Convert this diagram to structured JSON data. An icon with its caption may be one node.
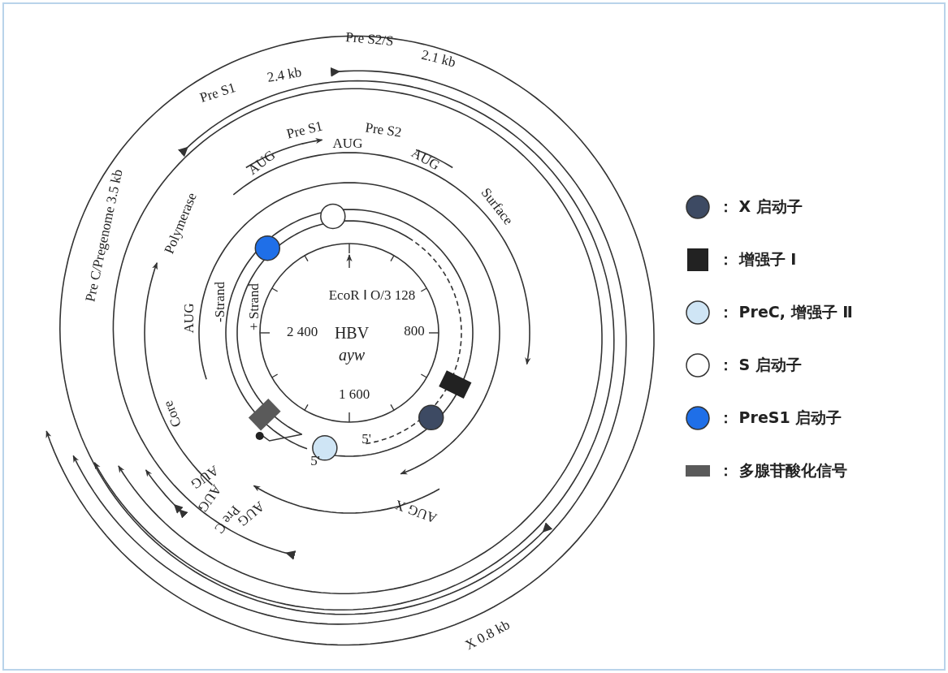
{
  "diagram": {
    "labels": [
      "Pre S2/S",
      "2.1 kb",
      "Pre S1",
      "2.4 kb",
      "AUG",
      "Pre S1",
      "AUG",
      "Pre S2",
      "AUG",
      "Surface",
      "Pre C/Pregenome 3.5 kb",
      "Polymerase",
      "AUG",
      "-Strand",
      "+ Strand",
      "EcoR Ⅰ O/3 128",
      "2 400",
      "HBV",
      "ayw",
      "800",
      "1 600",
      "5'",
      "5'",
      "Core",
      "AUG",
      "AUG",
      "Pre C",
      "AUG",
      "AUG X",
      "X 0.8 kb"
    ],
    "legend": [
      {
        "text": "： X 启动子",
        "color": "#3d4a63"
      },
      {
        "text": "： 增强子 Ⅰ",
        "color": "#222222"
      },
      {
        "text": "： PreC, 增强子 Ⅱ",
        "color": "#cfe5f5"
      },
      {
        "text": "： S 启动子"
      },
      {
        "text": "： PreS1 启动子",
        "color": "#1f6fe8"
      },
      {
        "text": "： 多腺苷酸化信号",
        "color": "#5a5a5a"
      }
    ]
  }
}
